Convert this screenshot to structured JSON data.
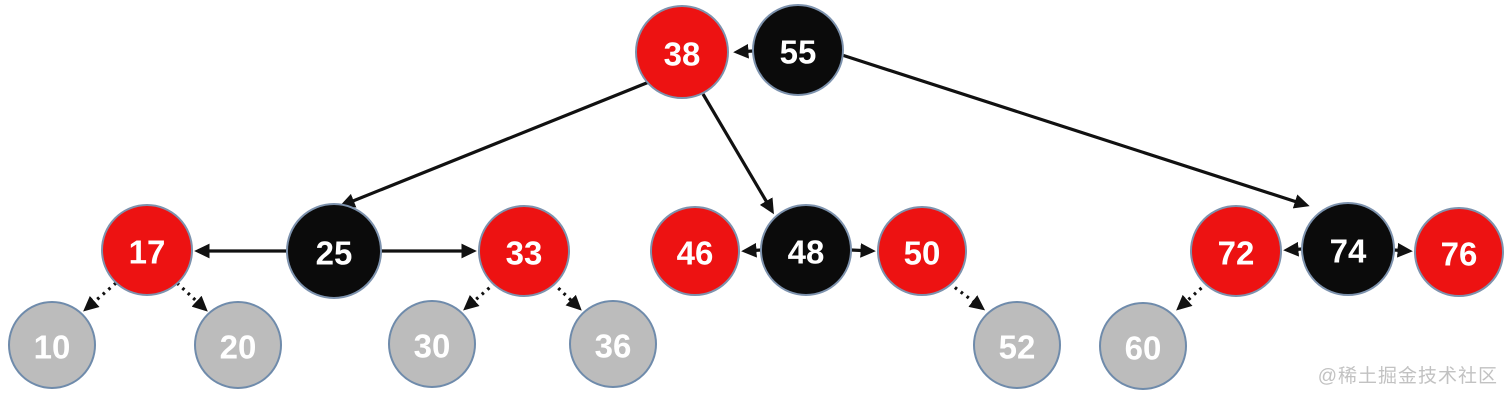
{
  "diagram": {
    "kind": "red-black-tree",
    "watermark": "@稀土掘金技术社区",
    "colors": {
      "red": "#ed1212",
      "black": "#0b0b0b",
      "leaf_gray": "#bcbcbc",
      "edge": "#111111",
      "node_border": "#7d92ad",
      "leaf_border": "#6f8bab",
      "label_text": "#ffffff",
      "watermark_text": "#c2c2c2"
    },
    "nodes": [
      {
        "id": "38",
        "label": "38",
        "kind": "red"
      },
      {
        "id": "55",
        "label": "55",
        "kind": "black"
      },
      {
        "id": "17",
        "label": "17",
        "kind": "red"
      },
      {
        "id": "25",
        "label": "25",
        "kind": "black"
      },
      {
        "id": "33",
        "label": "33",
        "kind": "red"
      },
      {
        "id": "46",
        "label": "46",
        "kind": "red"
      },
      {
        "id": "48",
        "label": "48",
        "kind": "black"
      },
      {
        "id": "50",
        "label": "50",
        "kind": "red"
      },
      {
        "id": "72",
        "label": "72",
        "kind": "red"
      },
      {
        "id": "74",
        "label": "74",
        "kind": "black"
      },
      {
        "id": "76",
        "label": "76",
        "kind": "red"
      },
      {
        "id": "10",
        "label": "10",
        "kind": "leaf"
      },
      {
        "id": "20",
        "label": "20",
        "kind": "leaf"
      },
      {
        "id": "30",
        "label": "30",
        "kind": "leaf"
      },
      {
        "id": "36",
        "label": "36",
        "kind": "leaf"
      },
      {
        "id": "52",
        "label": "52",
        "kind": "leaf"
      },
      {
        "id": "60",
        "label": "60",
        "kind": "leaf"
      }
    ],
    "edges": [
      {
        "from": "55",
        "to": "38",
        "style": "solid-arrow"
      },
      {
        "from": "38",
        "to": "25",
        "style": "solid-arrow"
      },
      {
        "from": "38",
        "to": "48",
        "style": "solid-arrow"
      },
      {
        "from": "55",
        "to": "74",
        "style": "solid-arrow"
      },
      {
        "from": "25",
        "to": "17",
        "style": "solid-arrow"
      },
      {
        "from": "25",
        "to": "33",
        "style": "solid-arrow"
      },
      {
        "from": "48",
        "to": "46",
        "style": "solid-arrow"
      },
      {
        "from": "48",
        "to": "50",
        "style": "solid-arrow"
      },
      {
        "from": "74",
        "to": "72",
        "style": "solid-arrow"
      },
      {
        "from": "74",
        "to": "76",
        "style": "solid-arrow"
      },
      {
        "from": "17",
        "to": "10",
        "style": "dotted-arrow"
      },
      {
        "from": "17",
        "to": "20",
        "style": "dotted-arrow"
      },
      {
        "from": "33",
        "to": "30",
        "style": "dotted-arrow"
      },
      {
        "from": "33",
        "to": "36",
        "style": "dotted-arrow"
      },
      {
        "from": "50",
        "to": "52",
        "style": "dotted-arrow"
      },
      {
        "from": "72",
        "to": "60",
        "style": "dotted-arrow"
      }
    ]
  }
}
